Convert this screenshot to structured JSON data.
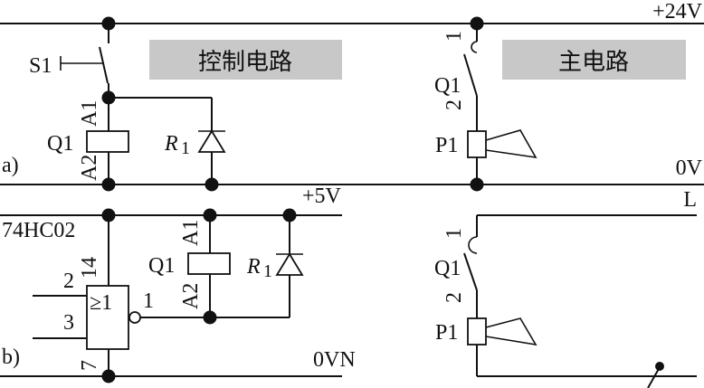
{
  "diagram": {
    "part_a": {
      "tag": "a)",
      "rails": {
        "top": "+24V",
        "bottom": "0V"
      },
      "control_banner": "控制电路",
      "main_banner": "主电路",
      "switch": "S1",
      "relay": {
        "name": "Q1",
        "pin_top": "A1",
        "pin_bottom": "A2"
      },
      "diode": {
        "name": "R",
        "sub": "1"
      },
      "contact": {
        "name": "Q1",
        "pin_top": "1",
        "pin_bottom": "2"
      },
      "horn": "P1"
    },
    "part_b": {
      "tag": "b)",
      "rails": {
        "supply": "+5V",
        "ground": "0VN",
        "line": "L"
      },
      "ic": {
        "name": "74HC02",
        "symbol": "≥1",
        "pin_in1": "2",
        "pin_in2": "3",
        "pin_out": "1",
        "pin_vcc": "14",
        "pin_gnd": "7"
      },
      "relay": {
        "name": "Q1",
        "pin_top": "A1",
        "pin_bottom": "A2"
      },
      "diode": {
        "name": "R",
        "sub": "1"
      },
      "contact": {
        "name": "Q1",
        "pin_top": "1",
        "pin_bottom": "2"
      },
      "horn": "P1"
    }
  }
}
